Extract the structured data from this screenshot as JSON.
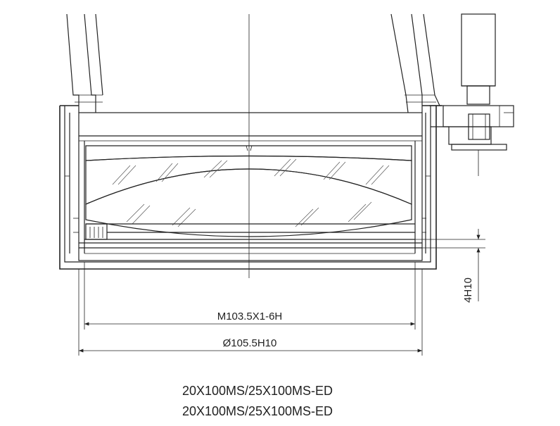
{
  "dimensions": {
    "thread": "M103.5X1-6H",
    "bore": "Ø105.5H10",
    "depth": "4H10"
  },
  "model": {
    "line1": "20X100MS/25X100MS-ED",
    "line2": "20X100MS/25X100MS-ED"
  },
  "colors": {
    "stroke": "#222222",
    "background": "#ffffff"
  }
}
